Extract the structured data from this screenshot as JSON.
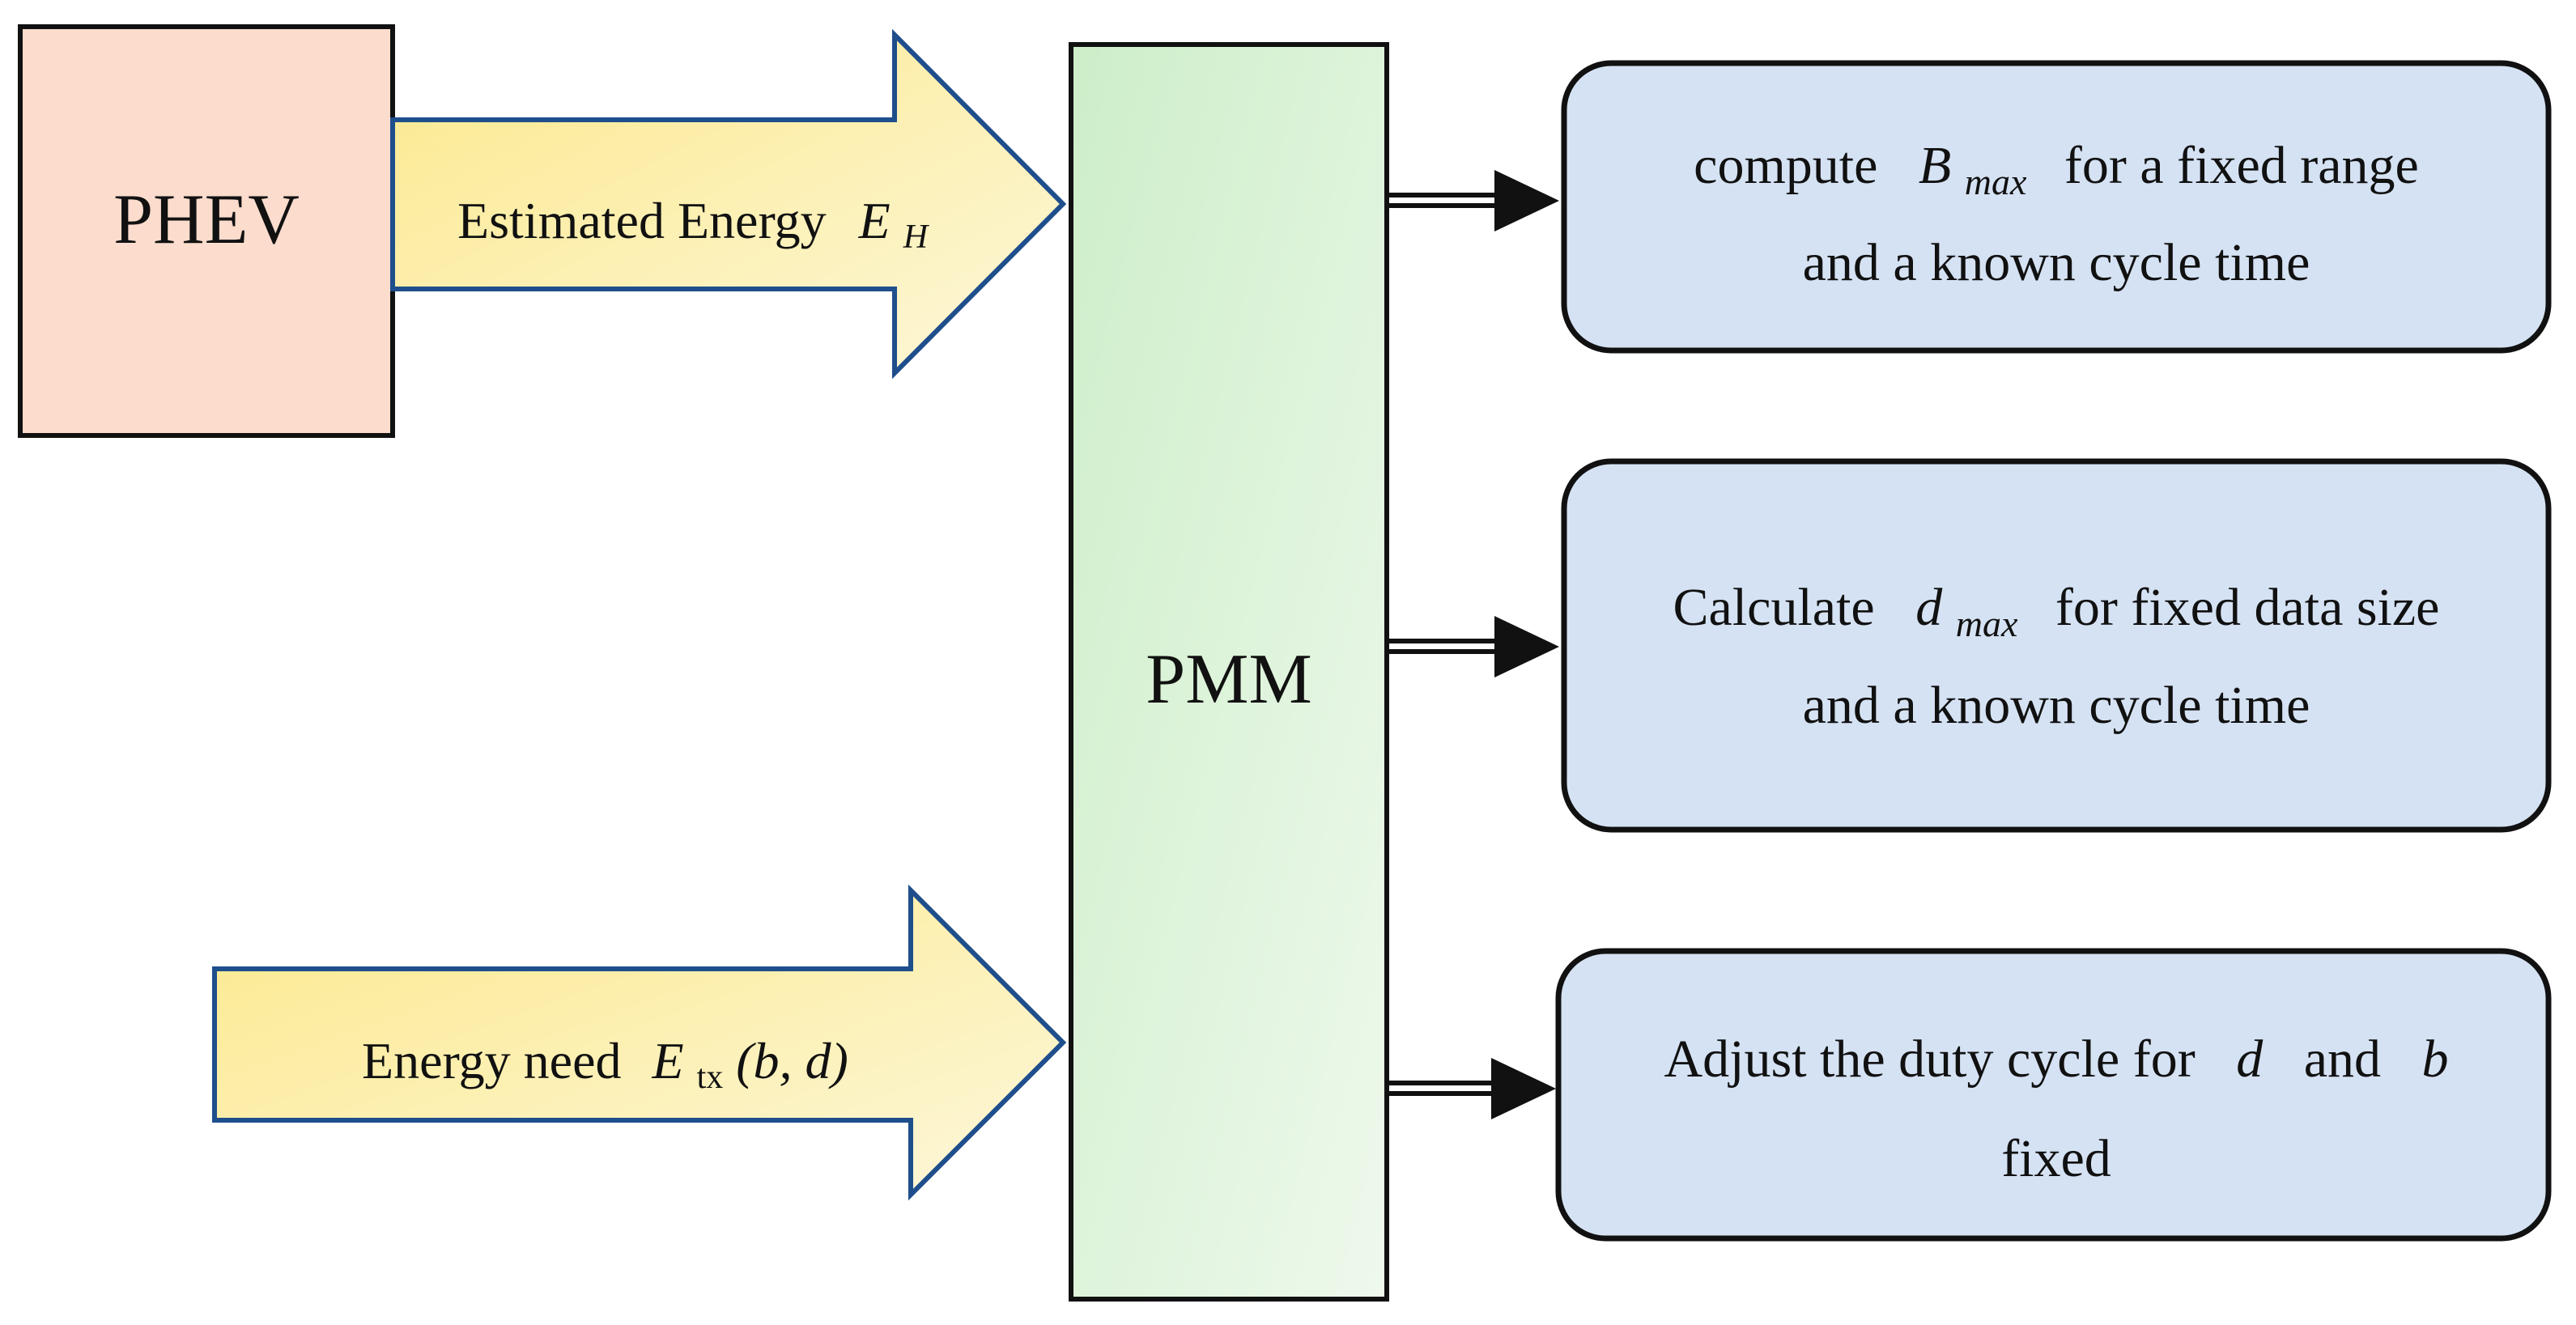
{
  "colors": {
    "phev_fill": "#fbdccd",
    "pmm_fill_start": "#cdeec9",
    "pmm_fill_end": "#eef9ec",
    "arrow_fill_start": "#fbe98d",
    "arrow_fill_end": "#fdf7da",
    "arrow_stroke": "#1f4e8c",
    "box_fill": "#d5e2f3",
    "line": "#111111"
  },
  "nodes": {
    "phev": {
      "label": "PHEV"
    },
    "pmm": {
      "label": "PMM"
    }
  },
  "arrows": {
    "estimated_energy": {
      "text": "Estimated Energy",
      "math_base": "E",
      "math_sub": "H"
    },
    "energy_need": {
      "text": "Energy need",
      "math_base": "E",
      "math_sub": "tx",
      "math_args": "(b, d)"
    }
  },
  "outputs": {
    "compute_bmax": {
      "pre": "compute",
      "math_base": "B",
      "math_sub": "max",
      "post": "for a fixed range",
      "line2": "and a known cycle time"
    },
    "calculate_dmax": {
      "pre": "Calculate",
      "math_base": "d",
      "math_sub": "max",
      "post": "for fixed data size",
      "line2": "and a known cycle time"
    },
    "adjust_duty": {
      "pre": "Adjust the duty cycle for",
      "var1": "d",
      "mid": "and",
      "var2": "b",
      "line2": "fixed"
    }
  }
}
